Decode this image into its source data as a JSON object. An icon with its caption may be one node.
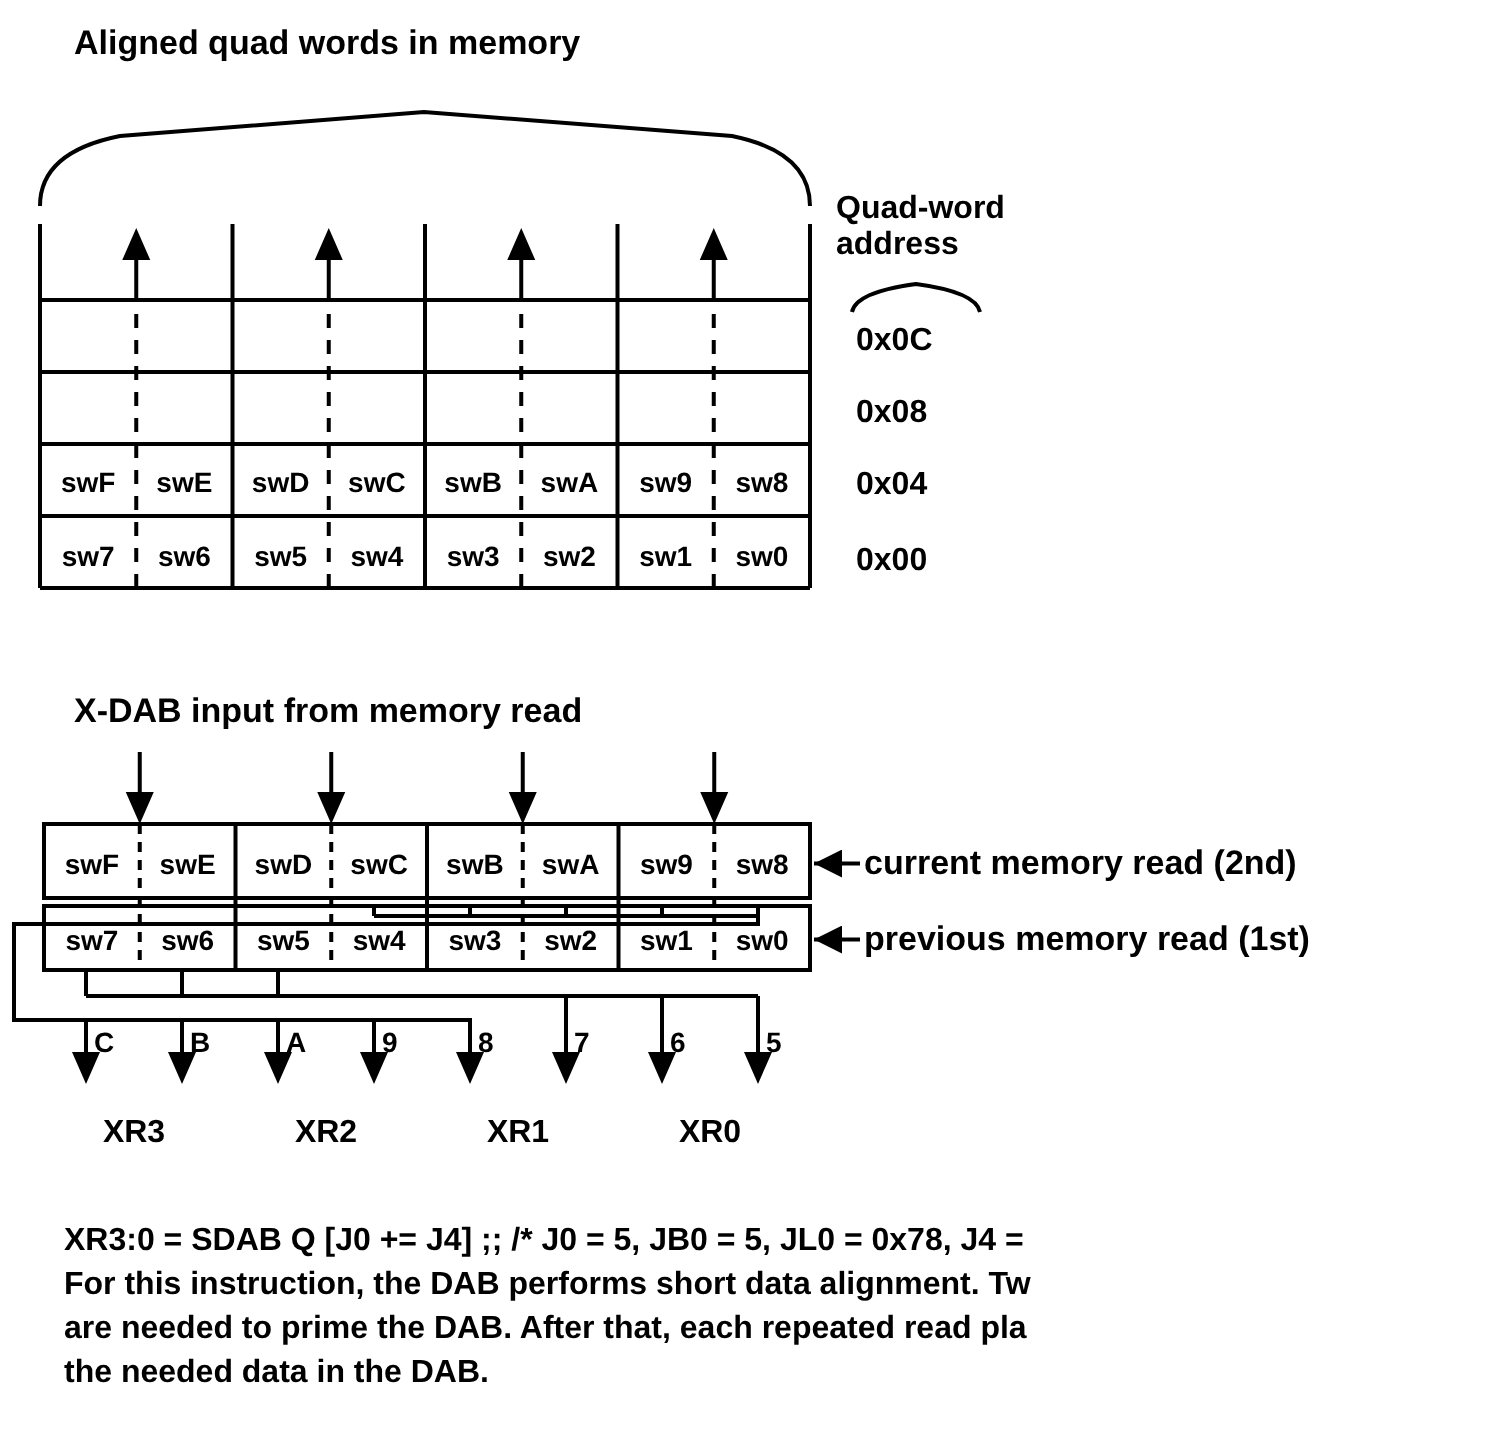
{
  "diagram": {
    "nodes": [
      {
        "text": [
          "current memory read (2nd)"
        ]
      },
      {
        "text": [
          "previous memory read (1st)"
        ]
      },
      {
        "text": [],
        "shape": "box"
      },
      {
        "text": [],
        "shape": "box"
      }
    ],
    "edges": [
      {
        "from": 0,
        "to": 2,
        "arrow": "to"
      },
      {
        "from": 1,
        "to": 3,
        "arrow": "to"
      }
    ],
    "labels": [
      "Aligned quad words in memory",
      "Quad-word address",
      "0x0C",
      "0x08",
      "0x04",
      "0x00",
      "swF",
      "swE",
      "swD",
      "swC",
      "swB",
      "swA",
      "sw9",
      "sw8",
      "sw7",
      "sw6",
      "sw5",
      "sw4",
      "sw3",
      "sw2",
      "sw1",
      "sw0",
      "X-DAB input from memory read",
      "swF",
      "swE",
      "swD",
      "swC",
      "swB",
      "swA",
      "sw9",
      "sw8",
      "sw7",
      "sw6",
      "sw5",
      "sw4",
      "sw3",
      "sw2",
      "sw1",
      "sw0",
      "C",
      "B",
      "A",
      "9",
      "8",
      "7",
      "6",
      "5",
      "XR3",
      "XR2",
      "XR1",
      "XR0",
      "XR3:0 = SDAB Q [J0 += J4] ;; /* J0 = 5, JB0 = 5, JL0 = 0x78, J4 =",
      "For this instruction, the DAB performs short data alignment. Tw",
      "are needed to prime the DAB. After that, each repeated read pla",
      "the needed data in the DAB."
    ]
  }
}
